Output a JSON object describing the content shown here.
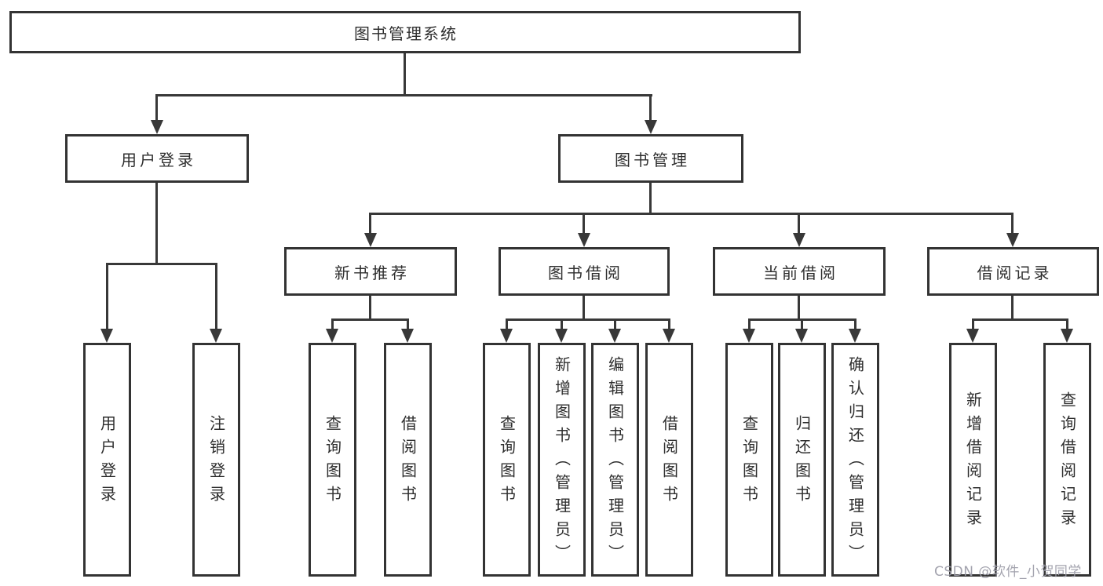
{
  "tree": {
    "root": {
      "label": "图书管理系统"
    },
    "branches": [
      {
        "label": "用户登录",
        "children": [
          {
            "label": "用户登录"
          },
          {
            "label": "注销登录"
          }
        ]
      },
      {
        "label": "图书管理",
        "children": [
          {
            "label": "新书推荐",
            "children": [
              {
                "label": "查询图书"
              },
              {
                "label": "借阅图书"
              }
            ]
          },
          {
            "label": "图书借阅",
            "children": [
              {
                "label": "查询图书"
              },
              {
                "label": "新增图书（管理员）"
              },
              {
                "label": "编辑图书（管理员）"
              },
              {
                "label": "借阅图书"
              }
            ]
          },
          {
            "label": "当前借阅",
            "children": [
              {
                "label": "查询图书"
              },
              {
                "label": "归还图书"
              },
              {
                "label": "确认归还（管理员）"
              }
            ]
          },
          {
            "label": "借阅记录",
            "children": [
              {
                "label": "新增借阅记录"
              },
              {
                "label": "查询借阅记录"
              }
            ]
          }
        ]
      }
    ]
  },
  "watermark": "CSDN @软件_小贺同学",
  "colors": {
    "line": "#383838",
    "box_border": "#333333",
    "text": "#2e2e2e",
    "watermark": "#9e9eaa",
    "background": "#ffffff"
  }
}
